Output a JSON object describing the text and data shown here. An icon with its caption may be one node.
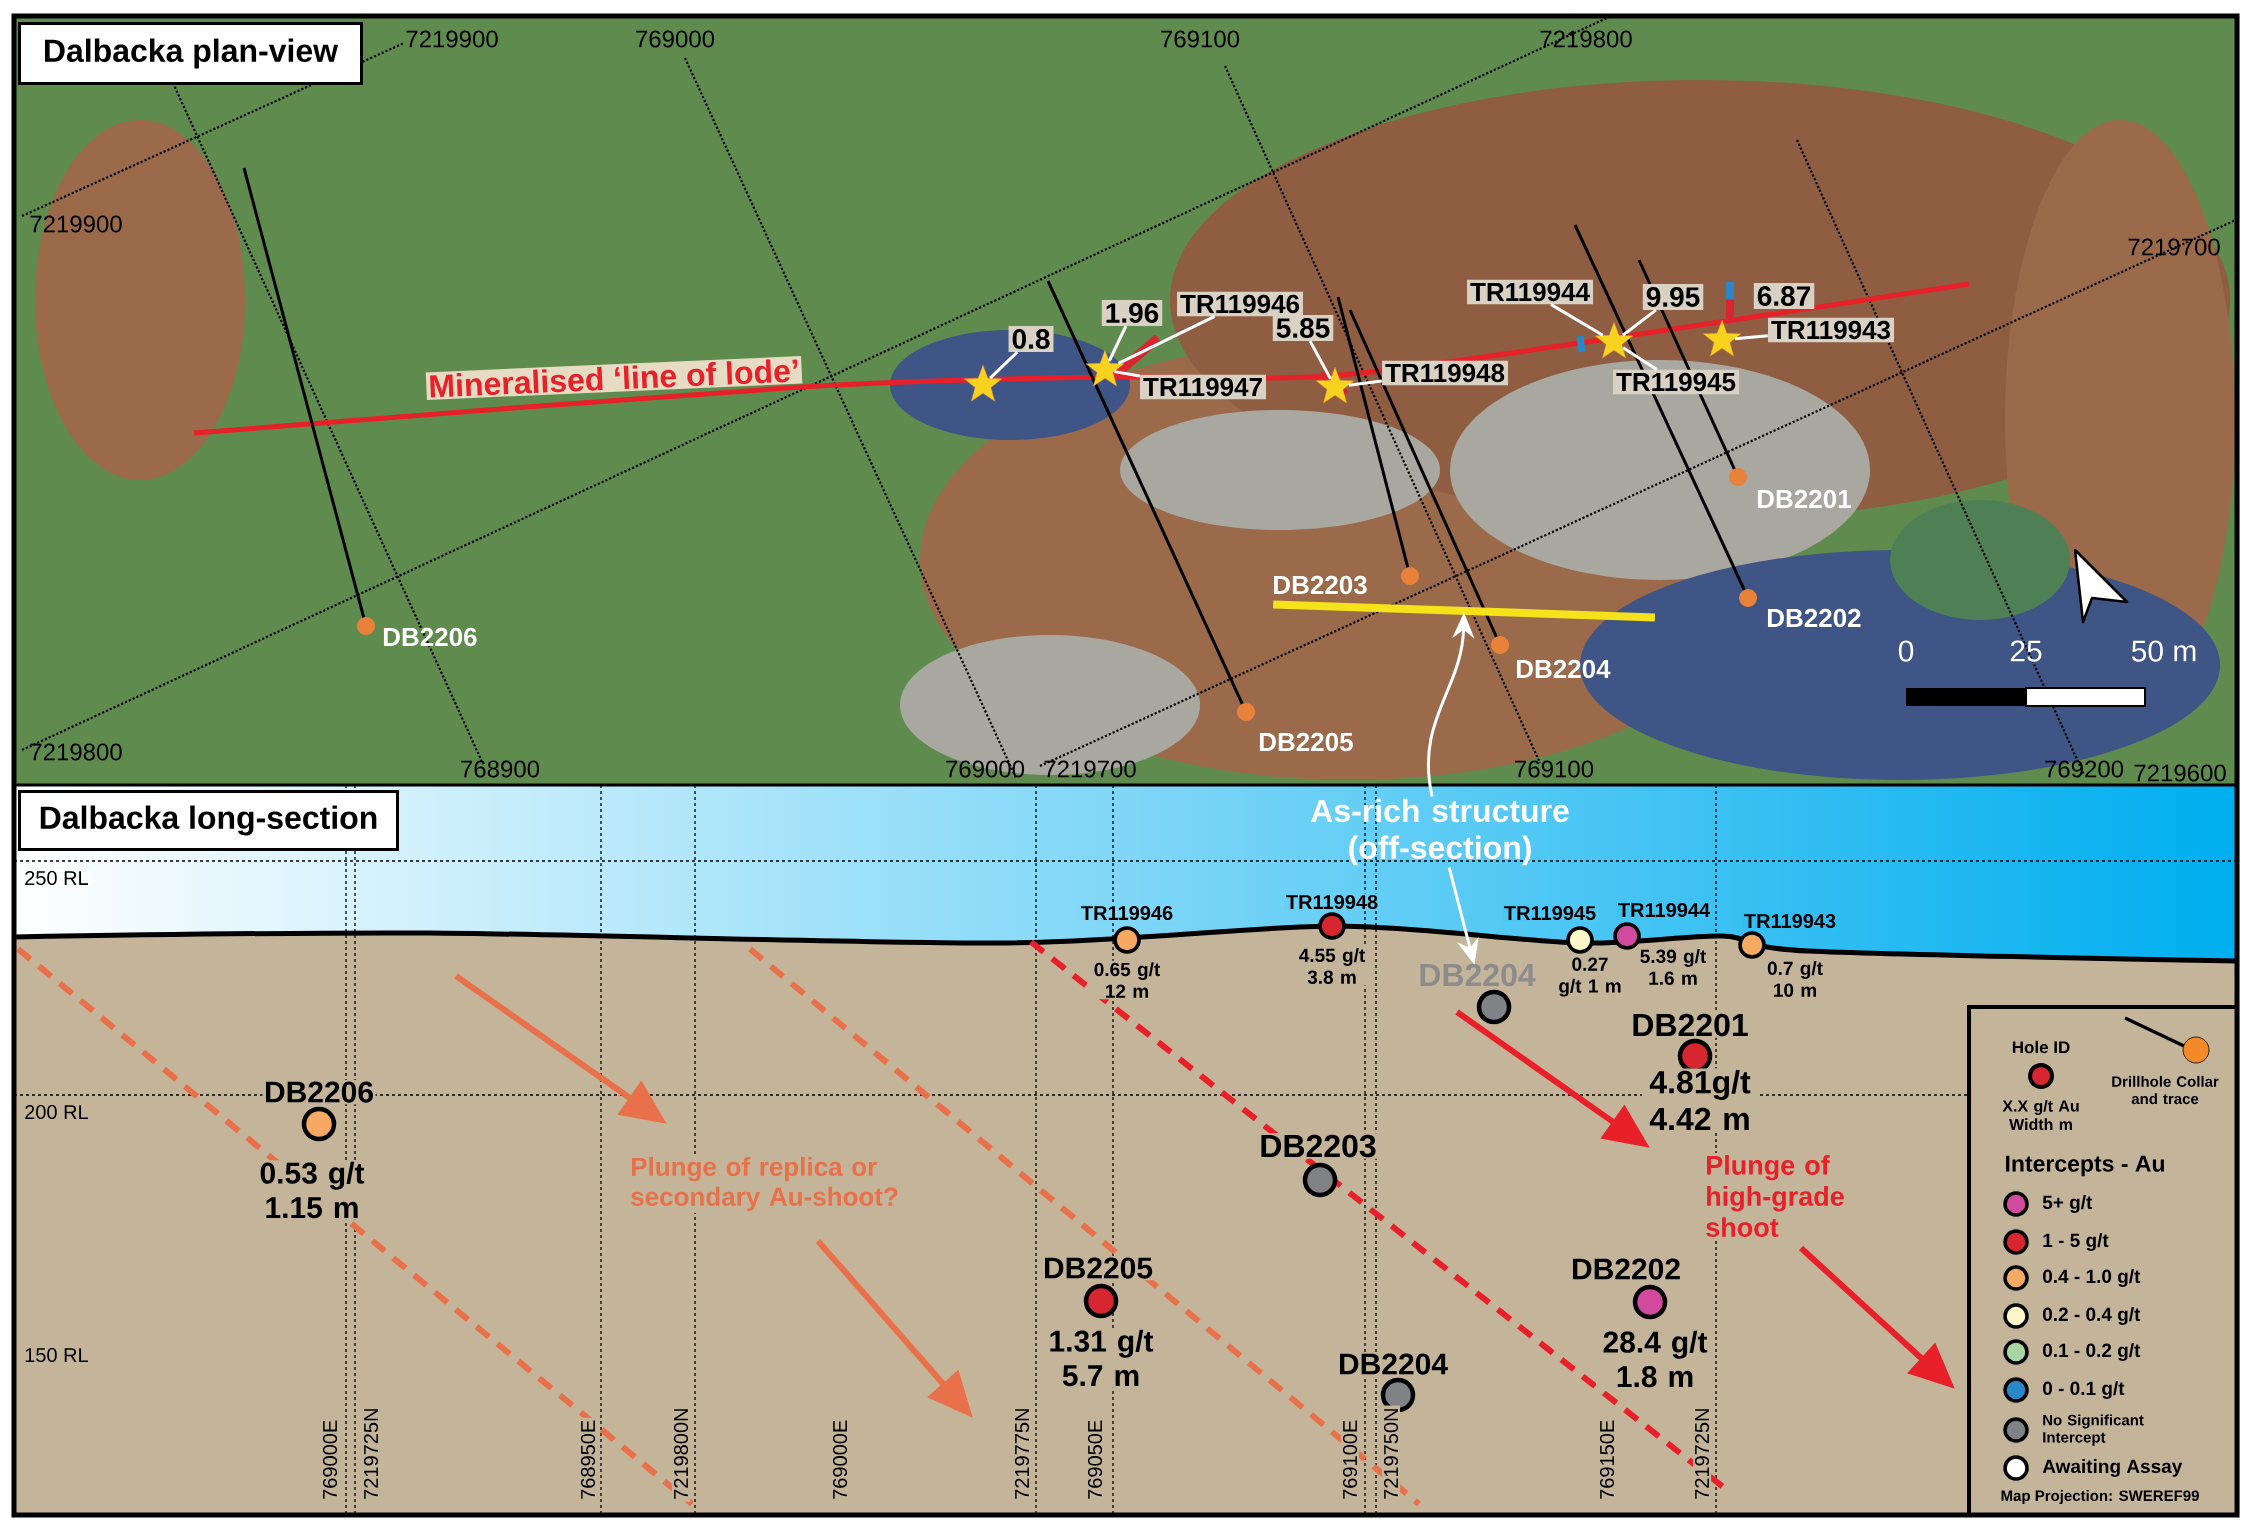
{
  "diagram": {
    "nodes": [
      {
        "text": [
          "Dalbacka plan-view"
        ]
      },
      {
        "text": [
          "0.8"
        ]
      },
      {
        "text": [
          "1.96"
        ]
      },
      {
        "text": [
          "TR119946"
        ]
      },
      {
        "text": [
          "TR119947"
        ]
      },
      {
        "text": [
          "5.85"
        ]
      },
      {
        "text": [
          "TR119948"
        ]
      },
      {
        "text": [
          "TR119944"
        ]
      },
      {
        "text": [
          "9.95"
        ]
      },
      {
        "text": [
          "TR119945"
        ]
      },
      {
        "text": [
          "TR119943"
        ]
      },
      {
        "text": [],
        "shape": "line"
      },
      {
        "text": [
          "Dalbacka long-section"
        ]
      },
      {
        "text": [
          "As-rich structure (off-section)"
        ]
      },
      {
        "text": [
          "TR119946",
          "0.65 g/t 12 m"
        ]
      },
      {
        "text": [
          "TR119948",
          "4.55 g/t 3.8 m"
        ]
      },
      {
        "text": [
          "DB2204"
        ]
      },
      {
        "text": [
          "TR119945",
          "0.27 g/t 1 m"
        ]
      },
      {
        "text": [
          "TR119944",
          "5.39 g/t 1.6 m"
        ]
      },
      {
        "text": [
          "TR119943",
          "0.7 g/t 10 m"
        ]
      },
      {
        "text": [
          "DB2201",
          "4.81g/t 4.42 m"
        ]
      },
      {
        "text": [
          "DB2206",
          "0.53 g/t 1.15 m"
        ]
      },
      {
        "text": [
          "DB2203"
        ]
      },
      {
        "text": [
          "DB2205",
          "1.31 g/t 5.7 m"
        ]
      },
      {
        "text": [
          "DB2202",
          "28.4 g/t 1.8 m"
        ]
      },
      {
        "text": [
          "DB2204"
        ]
      },
      {
        "text": [],
        "shape": "star"
      },
      {
        "text": [],
        "shape": "star"
      },
      {
        "text": [],
        "shape": "star"
      },
      {
        "text": [],
        "shape": "star"
      },
      {
        "text": [],
        "shape": "star"
      },
      {
        "text": [
          "6.87"
        ]
      }
    ],
    "edges": [
      {
        "from": 1,
        "to": 26,
        "arrow": "none"
      },
      {
        "from": 2,
        "to": 27,
        "arrow": "none"
      },
      {
        "from": 3,
        "to": 27,
        "arrow": "none"
      },
      {
        "from": 4,
        "to": 27,
        "arrow": "none"
      },
      {
        "from": 5,
        "to": 28,
        "arrow": "none"
      },
      {
        "from": 6,
        "to": 28,
        "arrow": "none"
      },
      {
        "from": 7,
        "to": 29,
        "arrow": "none"
      },
      {
        "from": 8,
        "to": 29,
        "arrow": "none"
      },
      {
        "from": 9,
        "to": 29,
        "arrow": "none"
      },
      {
        "from": 10,
        "to": 30,
        "arrow": "none"
      },
      {
        "from": 13,
        "to": 11,
        "arrow": "to"
      },
      {
        "from": 13,
        "to": 16,
        "arrow": "to"
      }
    ],
    "labels": [
      "7219900",
      "769000",
      "769100",
      "7219800",
      "7219900",
      "7219700",
      "Mineralised ‘line of lode’",
      "DB2206",
      "DB2201",
      "DB2203",
      "DB2202",
      "DB2204",
      "DB2205",
      "0",
      "25",
      "50 m",
      "7219800",
      "768900",
      "769000",
      "7219700",
      "769100",
      "769200",
      "7219600",
      "250 RL",
      "200 RL",
      "150 RL",
      "Plunge of replica or secondary Au-shoot?",
      "Plunge of high-grade shoot",
      "769000E",
      "7219725N",
      "768950E",
      "7219800N",
      "769000E",
      "7219775N",
      "769050E",
      "769100E",
      "7219750N",
      "769150E",
      "7219725N",
      "Hole ID",
      "X.X g/t Au Width m",
      "Intercepts - Au",
      "Map Projection: SWEREF99"
    ],
    "legend": [
      {
        "text": "Drillhole Collar and trace"
      },
      {
        "text": "5+ g/t",
        "color": "#d24a9e"
      },
      {
        "text": "1 - 5 g/t",
        "color": "#d7262f"
      },
      {
        "text": "0.4 - 1.0 g/t",
        "color": "#f6a963"
      },
      {
        "text": "0.2 - 0.4 g/t",
        "color": "#fbf7c8"
      },
      {
        "text": "0.1 - 0.2 g/t",
        "color": "#a8d5a4"
      },
      {
        "text": "0 - 0.1 g/t",
        "color": "#2a87c8"
      },
      {
        "text": "No Significant Intercept",
        "color": "#808285"
      },
      {
        "text": "Awaiting Assay",
        "color": "#ffffff"
      }
    ]
  }
}
